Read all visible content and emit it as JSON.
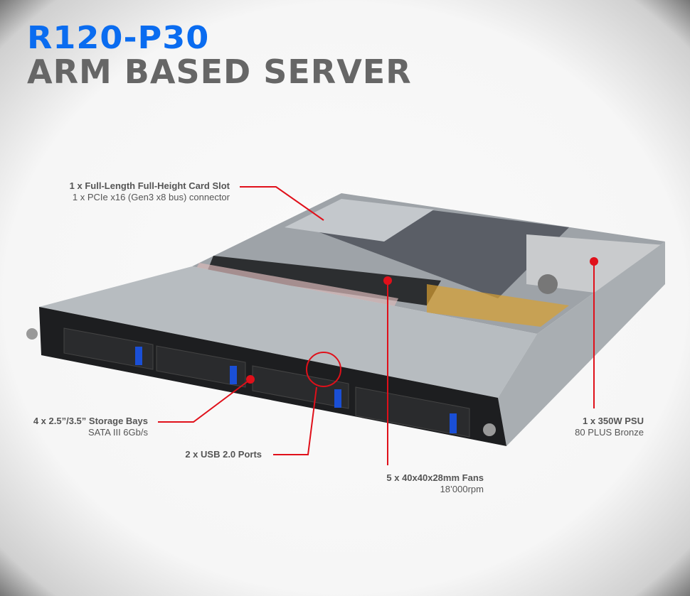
{
  "header": {
    "model": "R120-P30",
    "subtitle": "ARM BASED SERVER"
  },
  "callouts": {
    "card_slot": {
      "title": "1 x Full-Length Full-Height Card Slot",
      "detail": "1 x PCIe x16 (Gen3 x8 bus) connector"
    },
    "storage": {
      "title": "4 x 2.5”/3.5” Storage Bays",
      "detail": "SATA III 6Gb/s"
    },
    "usb": {
      "title": "2 x USB 2.0 Ports"
    },
    "fans": {
      "title": "5 x 40x40x28mm Fans",
      "detail": "18’000rpm"
    },
    "psu": {
      "title": "1 x 350W PSU",
      "detail": "80 PLUS Bronze"
    }
  },
  "colors": {
    "accent": "#0a6cf0",
    "callout": "#e0101a",
    "text": "#555555"
  }
}
